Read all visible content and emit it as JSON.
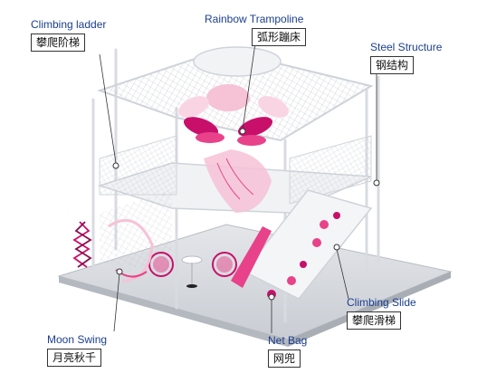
{
  "labels": {
    "climbing_ladder": {
      "en": "Climbing ladder",
      "cn": "攀爬阶梯"
    },
    "rainbow_trampoline": {
      "en": "Rainbow Trampoline",
      "cn": "弧形蹦床"
    },
    "steel_structure": {
      "en": "Steel Structure",
      "cn": "钢结构"
    },
    "climbing_slide": {
      "en": "Climbing Slide",
      "cn": "攀爬滑梯"
    },
    "net_bag": {
      "en": "Net Bag",
      "cn": "网兜"
    },
    "moon_swing": {
      "en": "Moon Swing",
      "cn": "月亮秋千"
    }
  },
  "colors": {
    "pink": "#e8428a",
    "magenta": "#c8106b",
    "light_pink": "#f6c2d6",
    "steel": "#dfe3e8",
    "floor": "#cfd3d8",
    "label_blue": "#1b3f8e"
  }
}
